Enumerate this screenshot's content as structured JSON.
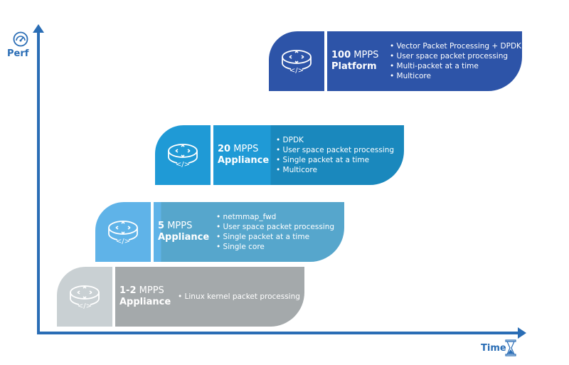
{
  "axes": {
    "y_label": "Perf",
    "x_label": "Time",
    "y_icon": "speedometer-icon",
    "x_icon": "hourglass-icon"
  },
  "tiers": [
    {
      "rate_number": "100",
      "rate_unit": "MPPS",
      "kind": "Platform",
      "icon": "router-code-icon",
      "color": "#2d54a8",
      "features": [
        "Vector Packet Processing + DPDK",
        "User space packet processing",
        "Multi-packet at a time",
        "Multicore"
      ]
    },
    {
      "rate_number": "20",
      "rate_unit": "MPPS",
      "kind": "Appliance",
      "icon": "router-code-icon",
      "color": "#1f9ad6",
      "features": [
        "DPDK",
        "User space packet processing",
        "Single packet at a time",
        "Multicore"
      ]
    },
    {
      "rate_number": "5",
      "rate_unit": "MPPS",
      "kind": "Appliance",
      "icon": "router-code-icon",
      "color": "#5fb3e8",
      "features": [
        "netmmap_fwd",
        "User space packet processing",
        "Single packet at a time",
        "Single core"
      ]
    },
    {
      "rate_number": "1-2",
      "rate_unit": "MPPS",
      "kind": "Appliance",
      "icon": "router-code-icon",
      "color": "#a4a9ab",
      "features": [
        "Linux kernel packet processing"
      ]
    }
  ]
}
